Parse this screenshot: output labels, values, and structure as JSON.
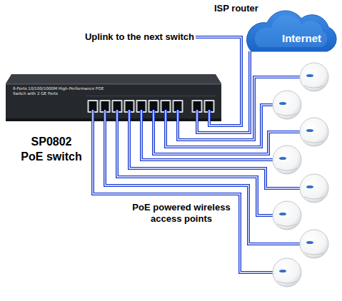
{
  "diagram": {
    "nodes": [
      {
        "text": [
          "8-Ports 10/100/1000M High-Performance POE Switch with 2 GE Ports",
          "SP0802 PoE switch"
        ]
      },
      {
        "text": [
          "Internet",
          "ISP router"
        ]
      }
    ],
    "edges": [
      {
        "from": 0,
        "to": 1,
        "arrow": "none"
      }
    ],
    "labels": [
      "Uplink to the next switch",
      "PoE powered wireless access points"
    ]
  }
}
